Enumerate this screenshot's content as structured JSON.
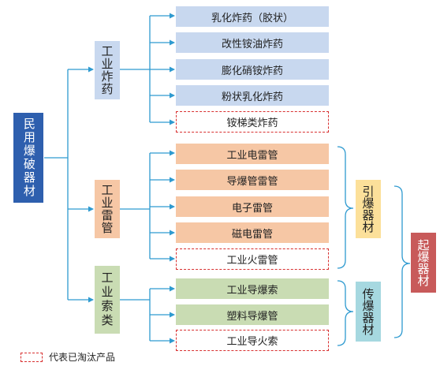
{
  "colors": {
    "root": "#2e5fae",
    "explosive": "#c8d8ef",
    "detonator": "#f6c7a5",
    "cord": "#c9dcb3",
    "yellow": "#fce09a",
    "cyan": "#a6d8e0",
    "red": "#c85a5a",
    "line": "#2e9ad0",
    "dash": "#d83030"
  },
  "root": {
    "label": "民用爆破器材"
  },
  "categories": [
    {
      "label": "工业炸药",
      "color": "explosive"
    },
    {
      "label": "工业雷管",
      "color": "detonator"
    },
    {
      "label": "工业索类",
      "color": "cord"
    }
  ],
  "explosives": [
    "乳化炸药（胶状）",
    "改性铵油炸药",
    "膨化硝铵炸药",
    "粉状乳化炸药",
    "铵梯类炸药"
  ],
  "detonators": [
    "工业电雷管",
    "导爆管雷管",
    "电子雷管",
    "磁电雷管",
    "工业火雷管"
  ],
  "cords": [
    "工业导爆索",
    "塑料导爆管",
    "工业导火索"
  ],
  "eliminated": [
    "铵梯类炸药",
    "工业火雷管",
    "工业导火索"
  ],
  "groups": {
    "initiator": "引爆器材",
    "transmitter": "传爆器材",
    "blasting": "起爆器材"
  },
  "legend": {
    "text": "代表已淘汰产品"
  }
}
